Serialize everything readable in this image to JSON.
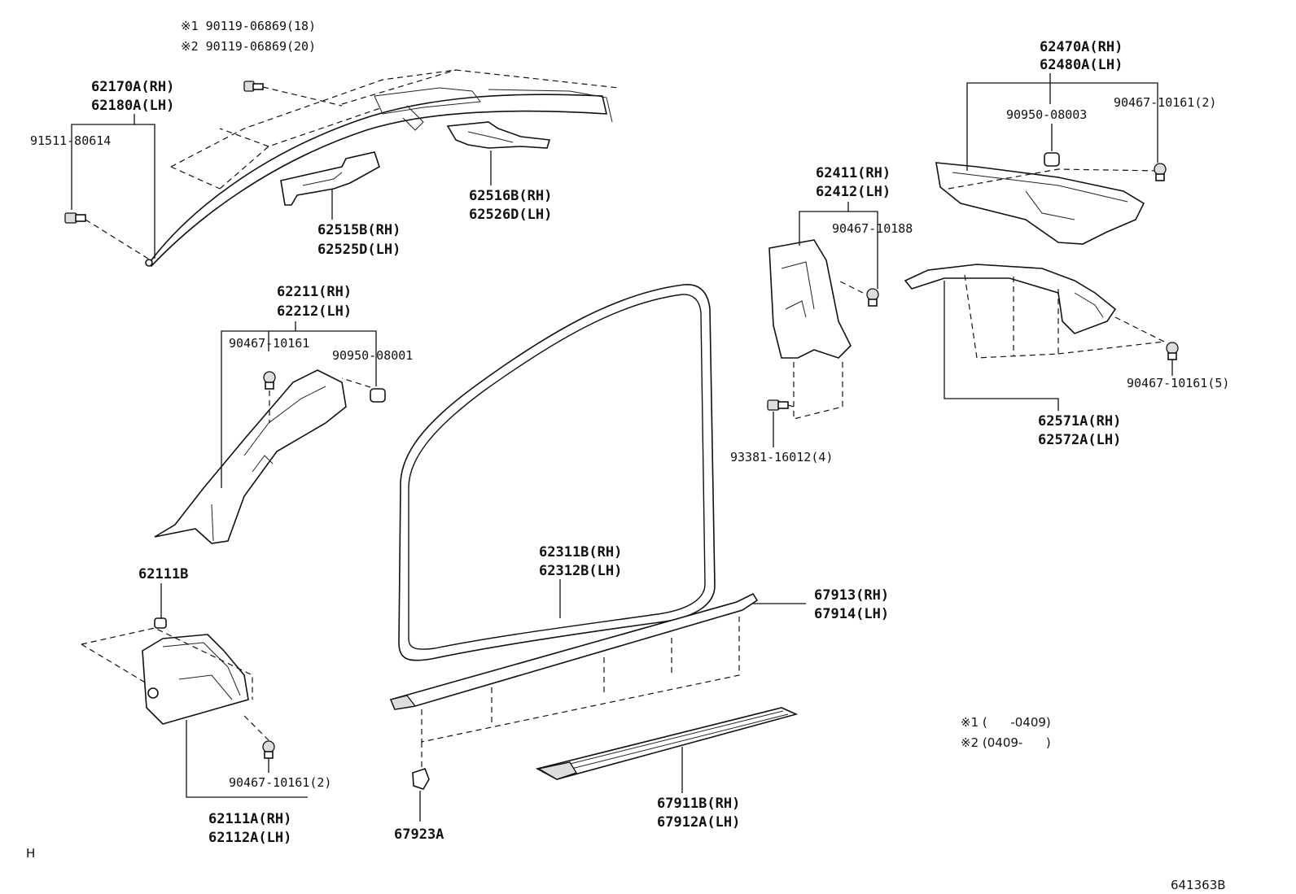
{
  "labels": {
    "p1_note1": "※1 90119-06869(18)",
    "p1_note2": "※2 90119-06869(20)",
    "p62170_rh": "62170A(RH)",
    "p62180_lh": "62180A(LH)",
    "p91511": "91511-80614",
    "p62515_rh": "62515B(RH)",
    "p62525_lh": "62525D(LH)",
    "p62516_rh": "62516B(RH)",
    "p62526_lh": "62526D(LH)",
    "p62470_rh": "62470A(RH)",
    "p62480_lh": "62480A(LH)",
    "p90950_08003": "90950-08003",
    "p90467_2_top": "90467-10161(2)",
    "p62411_rh": "62411(RH)",
    "p62412_lh": "62412(LH)",
    "p90467_10188": "90467-10188",
    "p93381": "93381-16012(4)",
    "p90467_5": "90467-10161(5)",
    "p62571_rh": "62571A(RH)",
    "p62572_lh": "62572A(LH)",
    "p62211_rh": "62211(RH)",
    "p62212_lh": "62212(LH)",
    "p90467_10161": "90467-10161",
    "p90950_08001": "90950-08001",
    "p62311_rh": "62311B(RH)",
    "p62312_lh": "62312B(LH)",
    "p67913_rh": "67913(RH)",
    "p67914_lh": "67914(LH)",
    "p62111b": "62111B",
    "p90467_2_bottom": "90467-10161(2)",
    "p62111a_rh": "62111A(RH)",
    "p62112a_lh": "62112A(LH)",
    "p67923a": "67923A",
    "p67911b_rh": "67911B(RH)",
    "p67912a_lh": "67912A(LH)"
  },
  "footnotes": {
    "note1": "※1 (      -0409)",
    "note2": "※2 (0409-      )"
  },
  "corner_letter": "H",
  "drawing_number": "641363B"
}
